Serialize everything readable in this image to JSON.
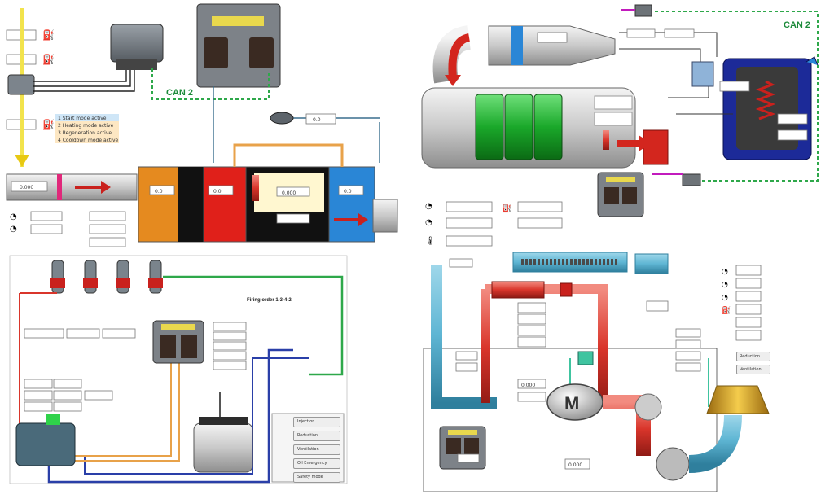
{
  "labels": {
    "can_left": "CAN 2",
    "can_right": "CAN 2",
    "firing_order": "Firing order 1-3-4-2",
    "motor": "M"
  },
  "legend": [
    {
      "text": "1  Start mode active",
      "color": "#cfe6f7"
    },
    {
      "text": "2  Heating mode active",
      "color": "#fde7c3"
    },
    {
      "text": "3  Regeneration active",
      "color": "#fde7c3"
    },
    {
      "text": "4  Cooldown mode active",
      "color": "#fde7c3"
    }
  ],
  "menu_buttons": [
    "Injection",
    "Reduction",
    "Ventilation",
    "Oil Emergency",
    "Safety mode"
  ],
  "right_buttons": [
    "Reduction",
    "Ventilation"
  ],
  "readouts": {
    "exhaust_in": "0.000",
    "dpf_stage1": "0.0",
    "dpf_stage2": "0.0",
    "dpf_stage3": "0.000",
    "dpf_stage4": "0.0",
    "sensor_top": "0.0",
    "motor_temp": "0.000",
    "intake": "0.000"
  },
  "colors": {
    "green_line": "#2ea84a",
    "blue_pipe": "#5fb6d4",
    "red_pipe": "#d9352b",
    "orange_line": "#e8a24a",
    "dark_blue_line": "#2a3fa8"
  }
}
